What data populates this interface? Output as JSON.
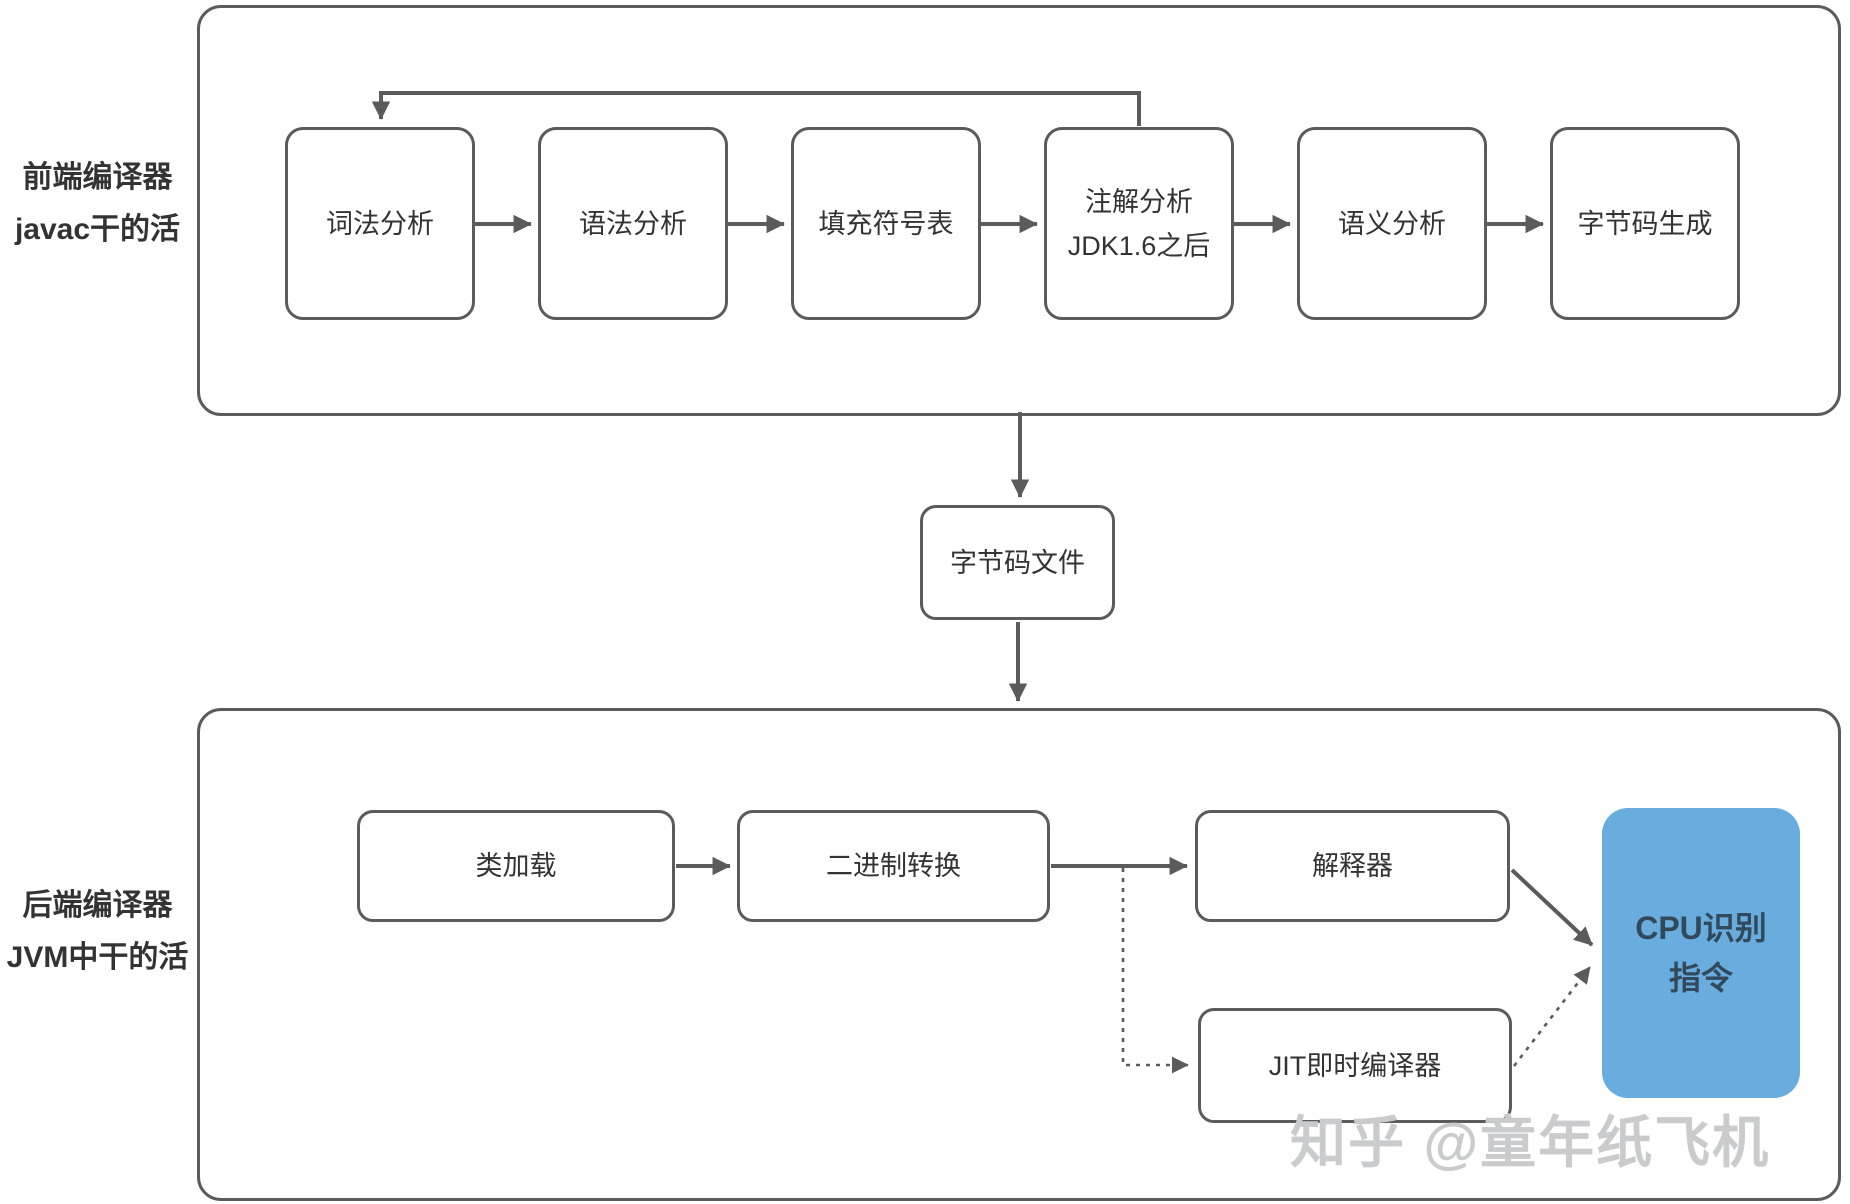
{
  "diagram": {
    "front": {
      "label_line1": "前端编译器",
      "label_line2": "javac干的活",
      "steps": [
        {
          "label": "词法分析"
        },
        {
          "label": "语法分析"
        },
        {
          "label": "填充符号表"
        },
        {
          "label": "注解分析",
          "sublabel": "JDK1.6之后"
        },
        {
          "label": "语义分析"
        },
        {
          "label": "字节码生成"
        }
      ]
    },
    "middle": {
      "bytecode_file": "字节码文件"
    },
    "back": {
      "label_line1": "后端编译器",
      "label_line2": "JVM中干的活",
      "steps": [
        {
          "label": "类加载"
        },
        {
          "label": "二进制转换"
        },
        {
          "label": "解释器"
        },
        {
          "label": "JIT即时编译器"
        }
      ],
      "cpu": {
        "line1": "CPU识别",
        "line2": "指令"
      }
    },
    "watermark": "知乎 @童年纸飞机",
    "colors": {
      "line": "#5b5b5b",
      "box_text": "#333333",
      "cpu_bg": "#69addf",
      "cpu_text": "#32495c",
      "watermark": "#c9cbcd"
    }
  }
}
